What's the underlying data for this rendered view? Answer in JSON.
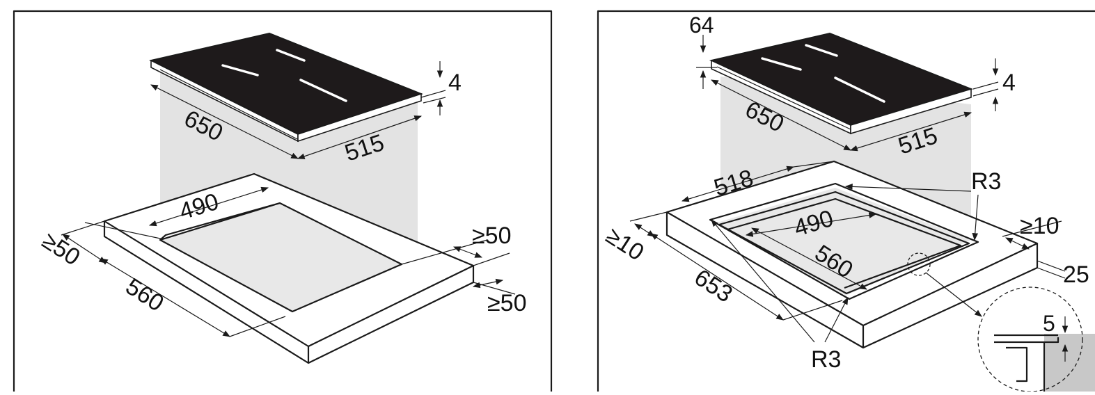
{
  "colors": {
    "frame": "#1a1a1a",
    "hob_top": "#1e1a1b",
    "burner_marks": "#ffffff",
    "shadow_beam": "#e3e3e3",
    "cutout_surface": "#ffffff",
    "detail_fill": "#c8c8c8"
  },
  "left_panel": {
    "hob_length": "650",
    "hob_width": "515",
    "hob_thickness": "4",
    "cutout_width": "490",
    "cutout_length": "560",
    "clearance_front": "≥50",
    "clearance_rear": "≥50",
    "clearance_side": "≥50"
  },
  "right_panel": {
    "frame_height": "64",
    "hob_length": "650",
    "hob_width": "515",
    "hob_thickness": "4",
    "frame_outer_width": "518",
    "frame_outer_length": "653",
    "cutout_width": "490",
    "cutout_length": "560",
    "radius_top": "R3",
    "radius_bottom": "R3",
    "clearance_side": "≥10",
    "clearance_front": "≥10",
    "recess_depth": "25",
    "detail_depth": "5"
  },
  "icons": {
    "hob": "induction-hob-icon",
    "detail": "magnifier-detail-icon"
  }
}
